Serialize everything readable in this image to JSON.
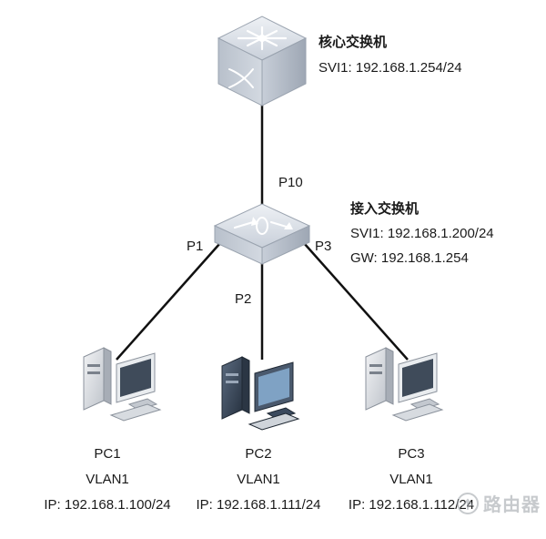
{
  "core_switch": {
    "title": "核心交换机",
    "svi": "SVI1: 192.168.1.254/24"
  },
  "access_switch": {
    "title": "接入交换机",
    "svi": "SVI1: 192.168.1.200/24",
    "gw": "GW: 192.168.1.254"
  },
  "ports": {
    "uplink": "P10",
    "p1": "P1",
    "p2": "P2",
    "p3": "P3"
  },
  "pcs": [
    {
      "name": "PC1",
      "vlan": "VLAN1",
      "ip": "IP: 192.168.1.100/24"
    },
    {
      "name": "PC2",
      "vlan": "VLAN1",
      "ip": "IP: 192.168.1.111/24"
    },
    {
      "name": "PC3",
      "vlan": "VLAN1",
      "ip": "IP: 192.168.1.112/24"
    }
  ],
  "watermark": {
    "text": "路由器",
    "icon": "router-logo-icon"
  },
  "colors": {
    "switch_top": "#d9dee6",
    "switch_side": "#b7bec9",
    "line": "#111111",
    "pc_dark": "#3b4a5e"
  }
}
